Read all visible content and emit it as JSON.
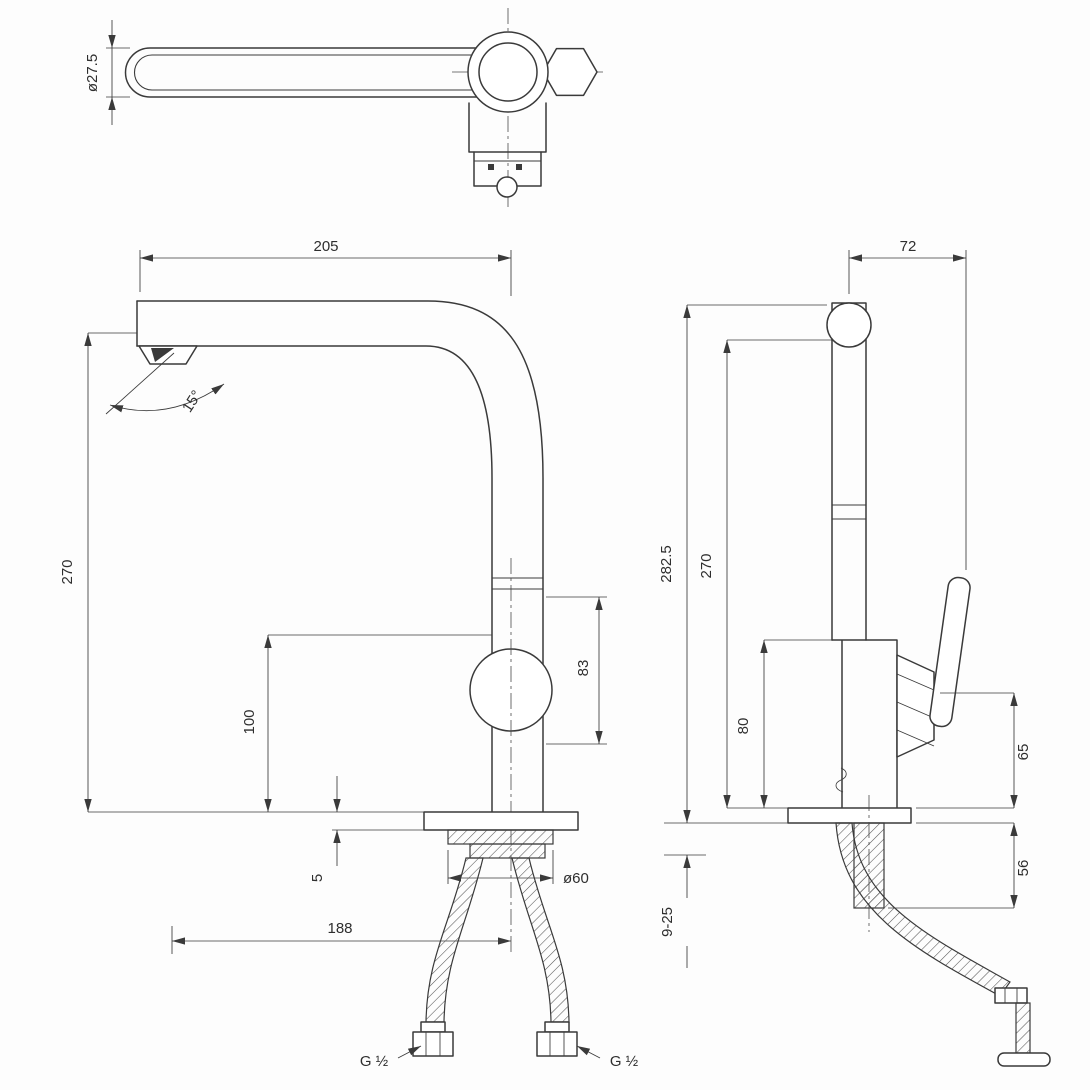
{
  "meta": {
    "drawing_type": "faucet-dimension-drawing",
    "line_color": "#3a3a3a",
    "background": "#fdfdfd"
  },
  "top_view": {
    "spout_diameter": "ø27.5"
  },
  "front_view": {
    "spout_reach": "205",
    "swivel_angle": "15°",
    "spout_height": "270",
    "body_height": "100",
    "valve_span": "83",
    "deck_thickness": "5",
    "base_diameter": "ø60",
    "projection": "188",
    "connection_left": "G ½",
    "connection_right": "G ½"
  },
  "side_view": {
    "handle_offset": "72",
    "total_height": "282.5",
    "spout_height": "270",
    "body_height": "80",
    "handle_drop": "65",
    "shank_length": "56",
    "clamping_range": "9-25"
  }
}
